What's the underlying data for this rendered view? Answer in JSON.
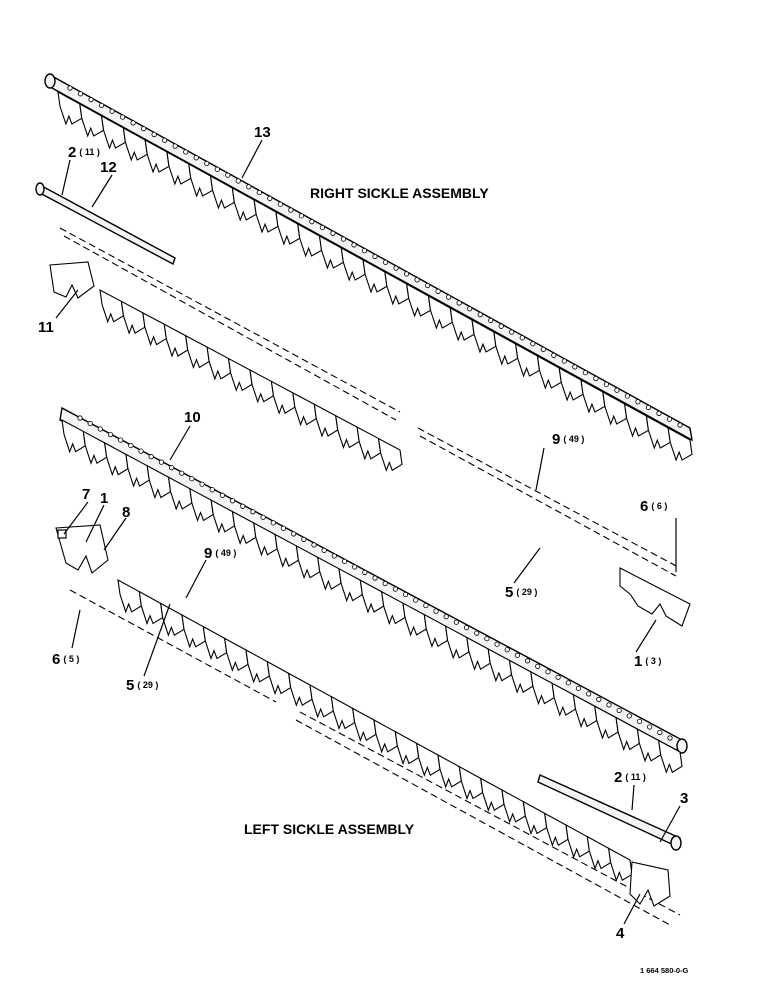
{
  "titles": {
    "right": "RIGHT SICKLE ASSEMBLY",
    "left": "LEFT SICKLE ASSEMBLY"
  },
  "document_number": "1 664 580-0-G",
  "callouts": {
    "c13": {
      "num": "13",
      "qty": ""
    },
    "c12": {
      "num": "12",
      "qty": ""
    },
    "c2_top": {
      "num": "2",
      "qty": "( 11 )"
    },
    "c11": {
      "num": "11",
      "qty": ""
    },
    "c10": {
      "num": "10",
      "qty": ""
    },
    "c9_right": {
      "num": "9",
      "qty": "( 49 )"
    },
    "c6_right": {
      "num": "6",
      "qty": "( 6 )"
    },
    "c5_right": {
      "num": "5",
      "qty": "( 29 )"
    },
    "c1_right": {
      "num": "1",
      "qty": "( 3 )"
    },
    "c7": {
      "num": "7",
      "qty": ""
    },
    "c1_left": {
      "num": "1",
      "qty": ""
    },
    "c8": {
      "num": "8",
      "qty": ""
    },
    "c9_left": {
      "num": "9",
      "qty": "( 49 )"
    },
    "c6_left": {
      "num": "6",
      "qty": "( 5 )"
    },
    "c5_left": {
      "num": "5",
      "qty": "( 29 )"
    },
    "c2_bottom": {
      "num": "2",
      "qty": "( 11 )"
    },
    "c3": {
      "num": "3",
      "qty": ""
    },
    "c4": {
      "num": "4",
      "qty": ""
    }
  }
}
